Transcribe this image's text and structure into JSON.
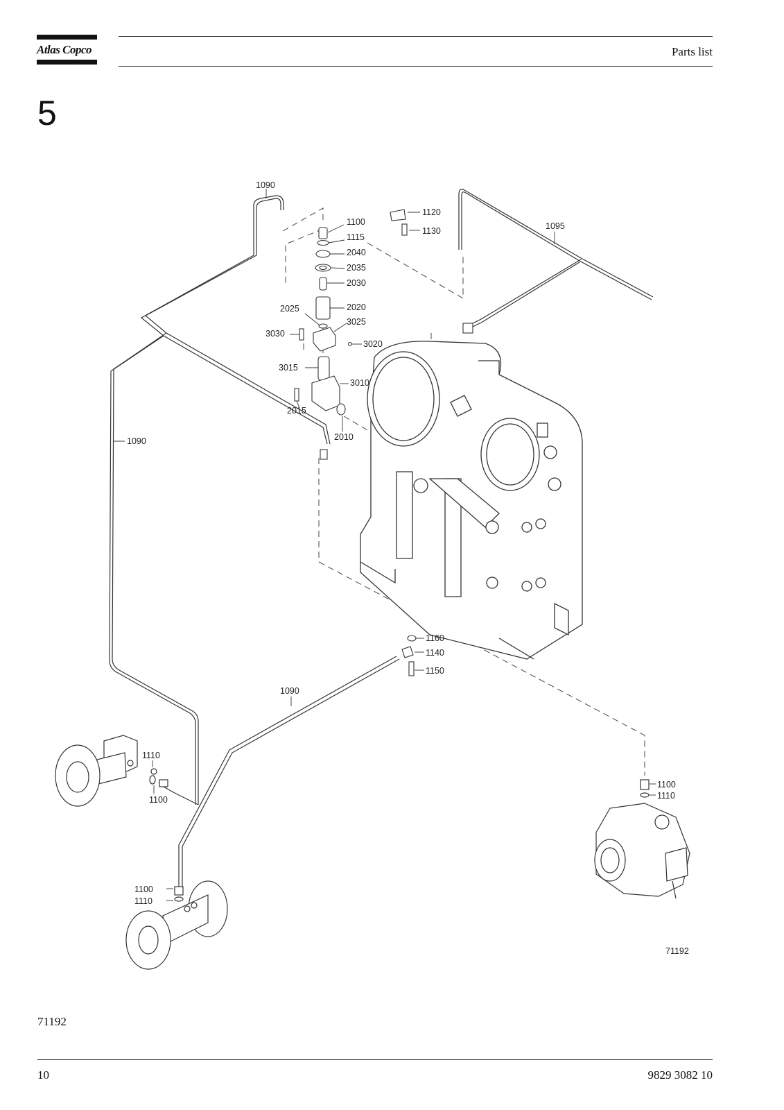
{
  "header": {
    "logo_text": "Atlas Copco",
    "title": "Parts list"
  },
  "section_number": "5",
  "drawing": {
    "drawing_number": "71192",
    "part_labels": {
      "p1090_top": "1090",
      "p1090_left": "1090",
      "p1090_mid": "1090",
      "p1095": "1095",
      "p1100_a": "1100",
      "p1115": "1115",
      "p2040": "2040",
      "p2035": "2035",
      "p2030": "2030",
      "p2025": "2025",
      "p2020": "2020",
      "p3025": "3025",
      "p3030": "3030",
      "p3020": "3020",
      "p3015": "3015",
      "p3010": "3010",
      "p2015": "2015",
      "p2010": "2010",
      "p1120": "1120",
      "p1130": "1130",
      "p1160": "1160",
      "p1140": "1140",
      "p1150": "1150",
      "p1110_left": "1110",
      "p1100_left": "1100",
      "p1100_bl": "1100",
      "p1110_bl": "1110",
      "p1100_right": "1100",
      "p1110_right": "1110"
    }
  },
  "figure_id": "71192",
  "footer": {
    "page_number": "10",
    "document_number": "9829 3082 10"
  }
}
